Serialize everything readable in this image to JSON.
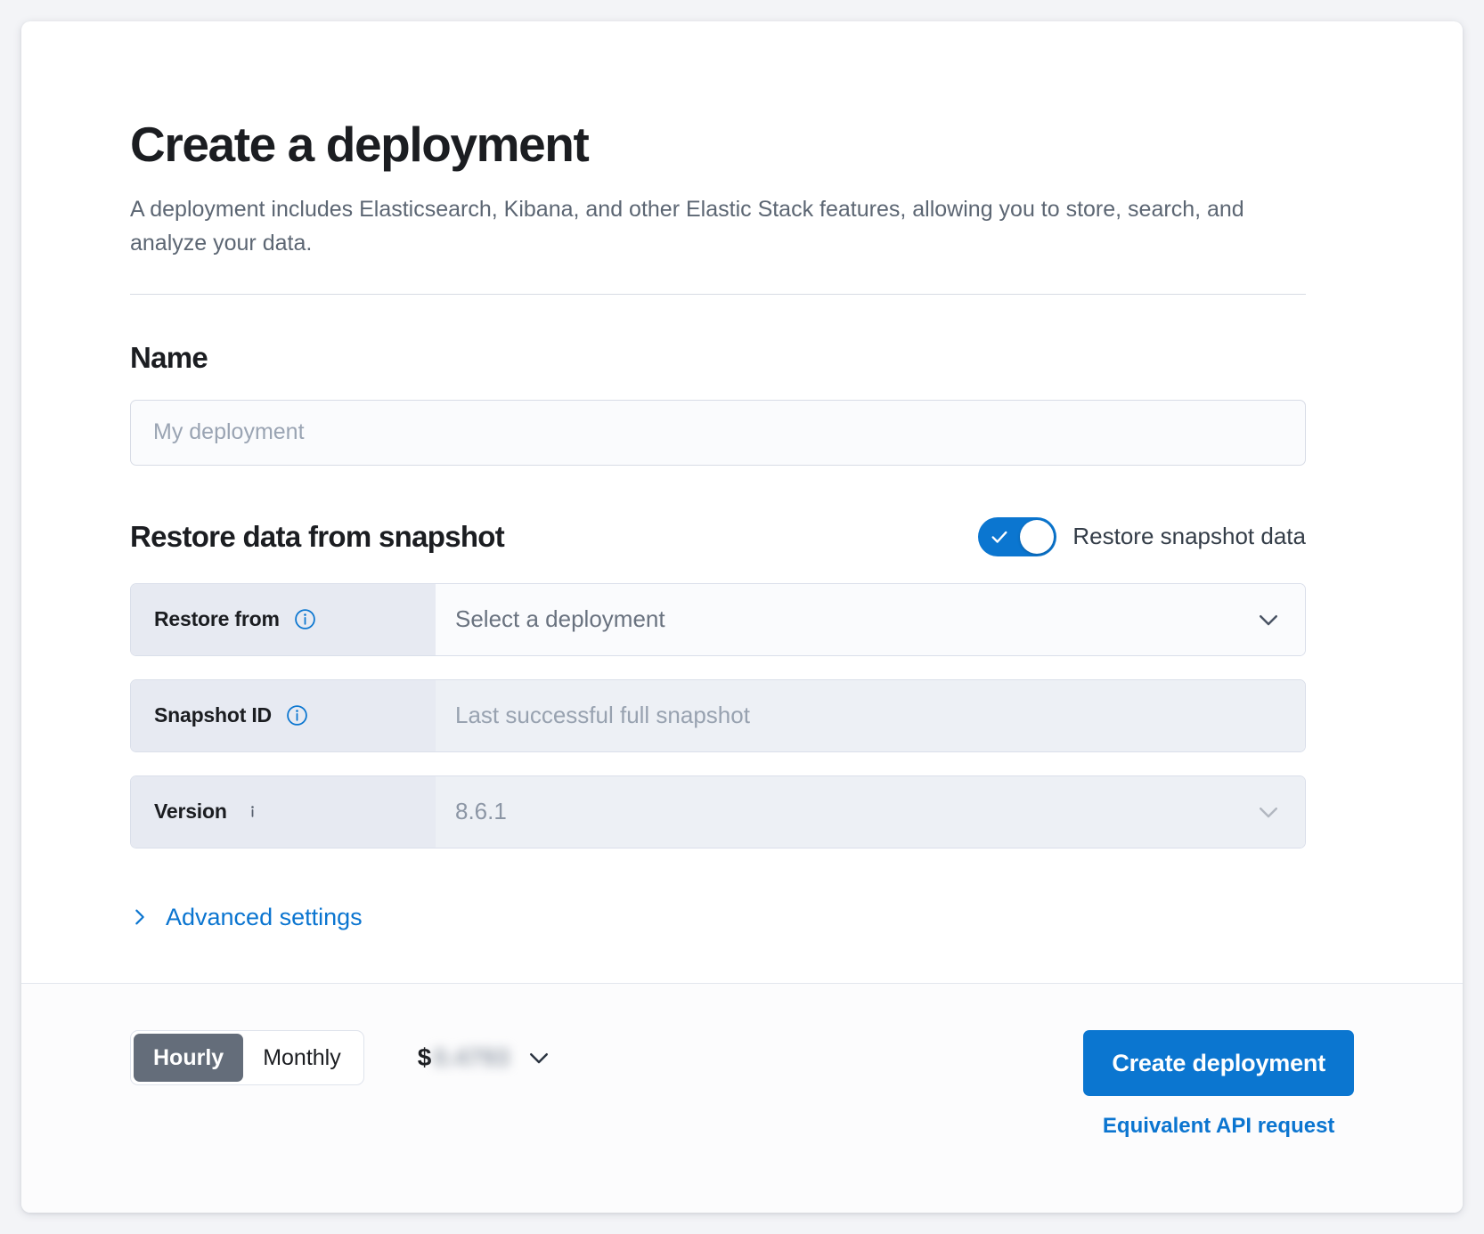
{
  "header": {
    "title": "Create a deployment",
    "subtitle": "A deployment includes Elasticsearch, Kibana, and other Elastic Stack features, allowing you to store, search, and analyze your data."
  },
  "name_section": {
    "heading": "Name",
    "input_placeholder": "My deployment",
    "input_value": ""
  },
  "restore_section": {
    "heading": "Restore data from snapshot",
    "toggle_label": "Restore snapshot data",
    "toggle_on": true,
    "rows": [
      {
        "label": "Restore from",
        "value": "Select a deployment",
        "has_chevron": true,
        "disabled": false,
        "info_icon": "info-circle-icon"
      },
      {
        "label": "Snapshot ID",
        "value": "Last successful full snapshot",
        "has_chevron": false,
        "disabled": true,
        "info_icon": "info-circle-icon"
      },
      {
        "label": "Version",
        "value": "8.6.1",
        "has_chevron": true,
        "disabled": true,
        "info_icon": "info-circle-icon"
      }
    ],
    "advanced_settings_label": "Advanced settings"
  },
  "footer": {
    "billing_options": [
      "Hourly",
      "Monthly"
    ],
    "billing_selected": "Hourly",
    "price_currency_symbol": "$",
    "price_value": "0.4793",
    "price_redacted": true,
    "create_button_label": "Create deployment",
    "api_link_label": "Equivalent API request"
  },
  "colors": {
    "accent_blue": "#0b76d0",
    "link_blue": "#0b75d0",
    "segment_active": "#646d7a",
    "label_cell_bg": "#e7eaf2",
    "disabled_field_bg": "#edf0f5",
    "text_primary": "#1b1d21",
    "text_muted": "#5c6673"
  }
}
